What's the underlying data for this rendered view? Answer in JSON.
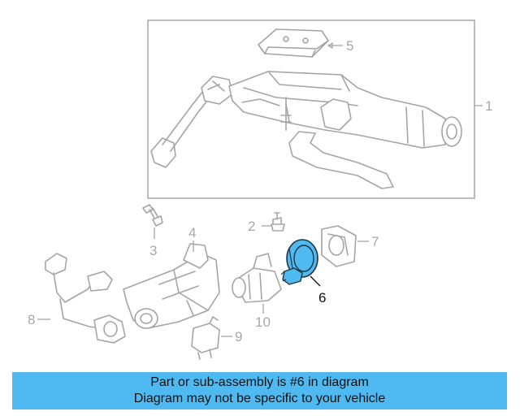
{
  "diagram": {
    "callouts": [
      {
        "id": "1",
        "label": "1"
      },
      {
        "id": "2",
        "label": "2"
      },
      {
        "id": "3",
        "label": "3"
      },
      {
        "id": "4",
        "label": "4"
      },
      {
        "id": "5",
        "label": "5"
      },
      {
        "id": "6",
        "label": "6",
        "highlighted": true
      },
      {
        "id": "7",
        "label": "7"
      },
      {
        "id": "8",
        "label": "8"
      },
      {
        "id": "9",
        "label": "9"
      },
      {
        "id": "10",
        "label": "10"
      }
    ],
    "highlight_color": "#4fb9f1",
    "line_color": "#a5a5a5"
  },
  "banner": {
    "line1": "Part or sub-assembly is #6 in diagram",
    "line2": "Diagram may not be specific to your vehicle",
    "background": "#4fb9f1"
  }
}
